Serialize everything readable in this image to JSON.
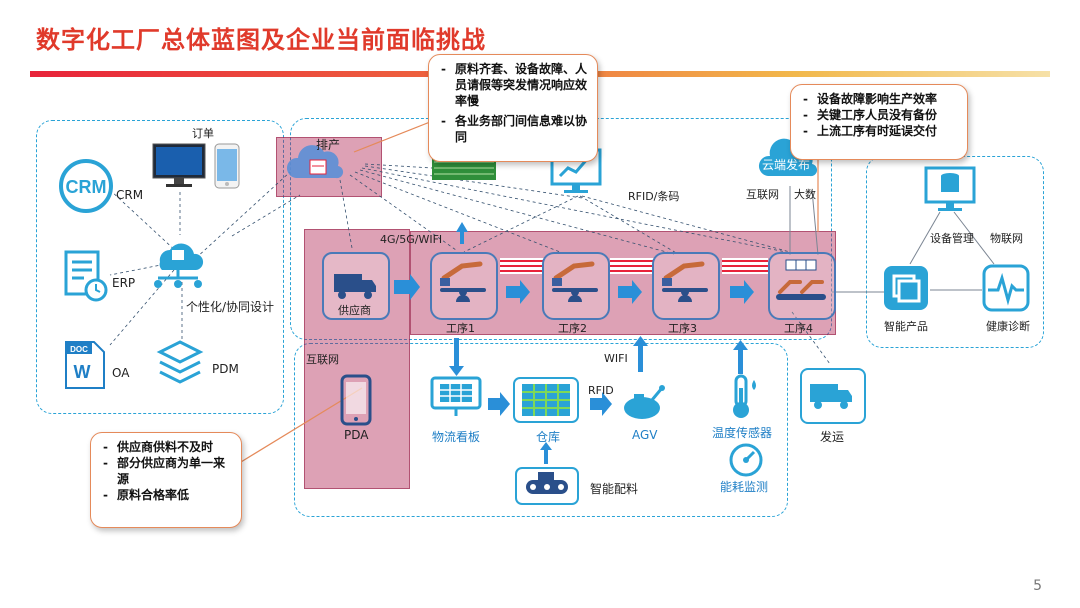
{
  "title": "数字化工厂总体蓝图及企业当前面临挑战",
  "page_number": "5",
  "colors": {
    "title_red": "#e03a2b",
    "accent_blue": "#1f7fc6",
    "highlight": "#ae204e",
    "callout_border": "#e58a5a"
  },
  "left_panel": {
    "order_label": "订单",
    "crm_label": "CRM",
    "crm_icon_text": "CRM",
    "erp_label": "ERP",
    "oa_label": "OA",
    "pdm_label": "PDM",
    "design_label": "个性化/协同设计",
    "doc_icon_text": "DOC",
    "word_icon_text": "W"
  },
  "center": {
    "schedule_label": "排产",
    "network_label": "4G/5G/WIFI",
    "rfid_barcode_label": "RFID/条码",
    "supplier_label": "供应商",
    "processes": [
      "工序1",
      "工序2",
      "工序3",
      "工序4"
    ],
    "internet_label": "互联网",
    "pda_label": "PDA",
    "logistics_board_label": "物流看板",
    "warehouse_label": "仓库",
    "rfid_label": "RFID",
    "wifi_label": "WIFI",
    "agv_label": "AGV",
    "temp_sensor_label": "温度传感器",
    "energy_label": "能耗监测",
    "smart_delivery_label": "智能配料",
    "shipping_label": "发运"
  },
  "right_panel": {
    "cloud_label": "云端发布",
    "internet_label": "互联网",
    "bigdata_label": "大数",
    "device_mgmt_label": "设备管理",
    "iot_label": "物联网",
    "smart_product_label": "智能产品",
    "health_label": "健康诊断"
  },
  "callouts": {
    "top": [
      "原料齐套、设备故障、人员请假等突发情况响应效率慢",
      "各业务部门间信息难以协同"
    ],
    "right": [
      "设备故障影响生产效率",
      "关键工序人员没有备份",
      "上流工序有时延误交付"
    ],
    "bottom": [
      "供应商供料不及时",
      "部分供应商为单一来源",
      "原料合格率低"
    ]
  },
  "icons": [
    "monitor-icon",
    "phone-icon",
    "crm-icon",
    "erp-icon",
    "doc-icon",
    "pdm-icon",
    "network-icon",
    "cloud-icon",
    "truck-icon",
    "robot-arm-icon",
    "tablet-icon",
    "board-icon",
    "warehouse-icon",
    "agv-icon",
    "thermometer-icon",
    "gauge-icon",
    "conveyor-icon",
    "database-icon",
    "product-icon",
    "heartbeat-icon"
  ]
}
